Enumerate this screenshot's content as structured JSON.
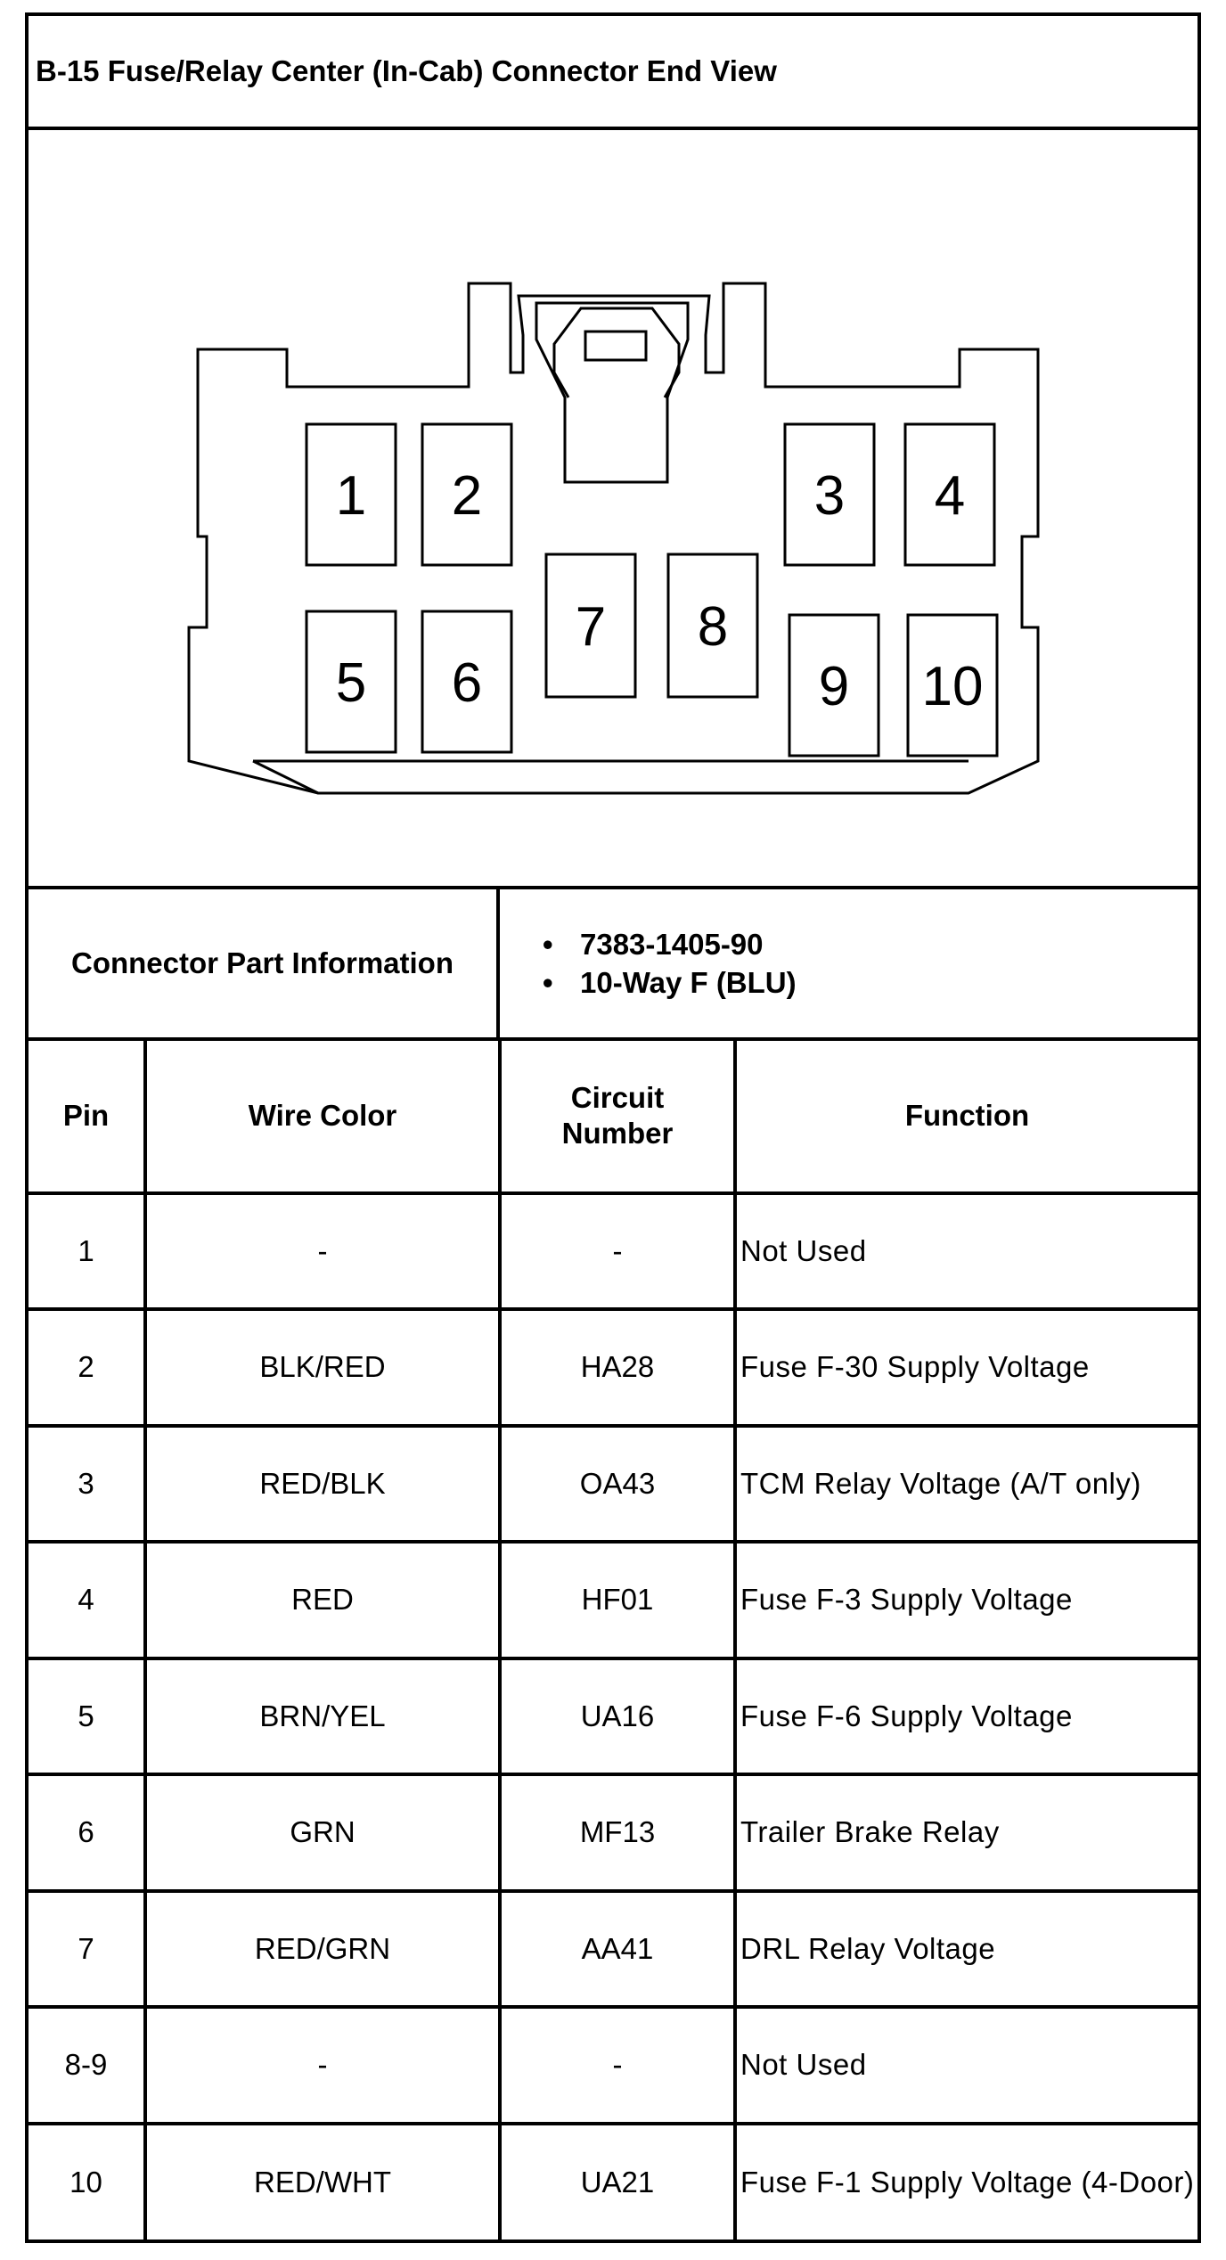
{
  "title": "B-15 Fuse/Relay Center (In-Cab) Connector End View",
  "connector_pins": [
    "1",
    "2",
    "3",
    "4",
    "5",
    "6",
    "7",
    "8",
    "9",
    "10"
  ],
  "part_info": {
    "label": "Connector Part Information",
    "items": [
      "7383-1405-90",
      "10-Way F (BLU)"
    ]
  },
  "table": {
    "headers": {
      "pin": "Pin",
      "wire_color": "Wire Color",
      "circuit_line1": "Circuit",
      "circuit_line2": "Number",
      "function": "Function"
    },
    "rows": [
      {
        "pin": "1",
        "wire_color": "-",
        "circuit": "-",
        "function": "Not Used"
      },
      {
        "pin": "2",
        "wire_color": "BLK/RED",
        "circuit": "HA28",
        "function": "Fuse F-30 Supply Voltage"
      },
      {
        "pin": "3",
        "wire_color": "RED/BLK",
        "circuit": "OA43",
        "function": "TCM Relay Voltage (A/T only)"
      },
      {
        "pin": "4",
        "wire_color": "RED",
        "circuit": "HF01",
        "function": "Fuse F-3 Supply Voltage"
      },
      {
        "pin": "5",
        "wire_color": "BRN/YEL",
        "circuit": "UA16",
        "function": "Fuse F-6 Supply Voltage"
      },
      {
        "pin": "6",
        "wire_color": "GRN",
        "circuit": "MF13",
        "function": "Trailer Brake Relay"
      },
      {
        "pin": "7",
        "wire_color": "RED/GRN",
        "circuit": "AA41",
        "function": "DRL Relay Voltage"
      },
      {
        "pin": "8-9",
        "wire_color": "-",
        "circuit": "-",
        "function": "Not Used"
      },
      {
        "pin": "10",
        "wire_color": "RED/WHT",
        "circuit": "UA21",
        "function": "Fuse F-1 Supply Voltage (4-Door)"
      }
    ]
  }
}
